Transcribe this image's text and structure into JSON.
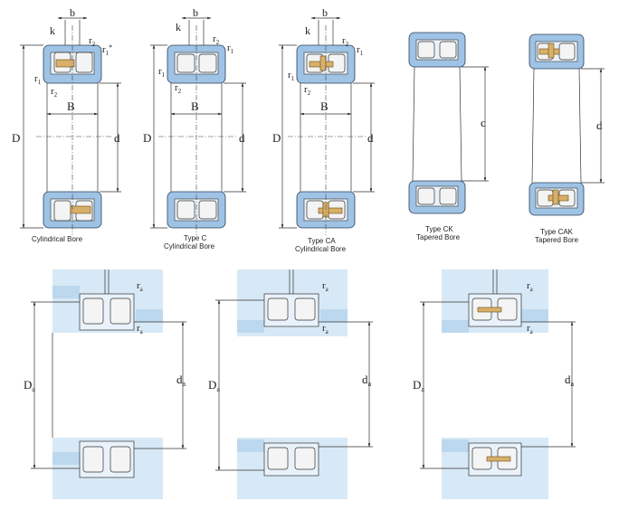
{
  "colors": {
    "ring": "#9fc3e4",
    "housing": "#d7e9f6",
    "cage": "#d8b06a",
    "line": "#333333"
  },
  "labels": {
    "b": "b",
    "k": "k",
    "r1": "r",
    "r1_sub": "1",
    "r2": "r",
    "r2_sub": "2",
    "B": "B",
    "D": "D",
    "d": "d",
    "c": "c",
    "Da": "D",
    "Da_sub": "a",
    "da": "d",
    "da_sub": "a",
    "ra": "r",
    "ra_sub": "a",
    "star": "*"
  },
  "captions": {
    "cyl": "Cylindrical Bore",
    "typeC_1": "Type C",
    "typeC_2": "Cylindrical Bore",
    "typeCA_1": "Type CA",
    "typeCA_2": "Cylindrical Bore",
    "typeCK_1": "Type CK",
    "typeCK_2": "Tapered Bore",
    "typeCAK_1": "Type CAK",
    "typeCAK_2": "Tapered Bore"
  }
}
